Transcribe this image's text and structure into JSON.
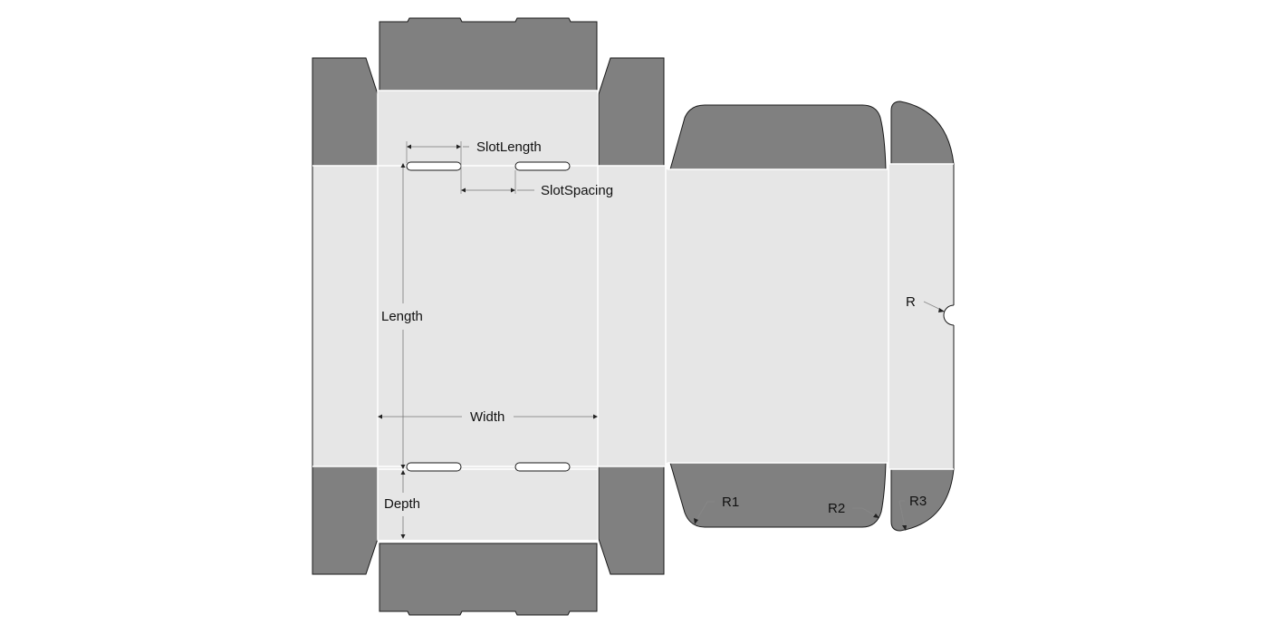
{
  "diagram": {
    "type": "box dieline (mailer box template)",
    "colors": {
      "flap": "#808080",
      "panel": "#e6e6e6",
      "fold_line": "#ffffff",
      "cut_line": "#1a1a1a",
      "dimension_line": "#777777",
      "background": "#ffffff"
    },
    "labels": {
      "slot_length": "SlotLength",
      "slot_spacing": "SlotSpacing",
      "length": "Length",
      "width": "Width",
      "depth": "Depth",
      "radius": "R",
      "radius1": "R1",
      "radius2": "R2",
      "radius3": "R3"
    }
  }
}
